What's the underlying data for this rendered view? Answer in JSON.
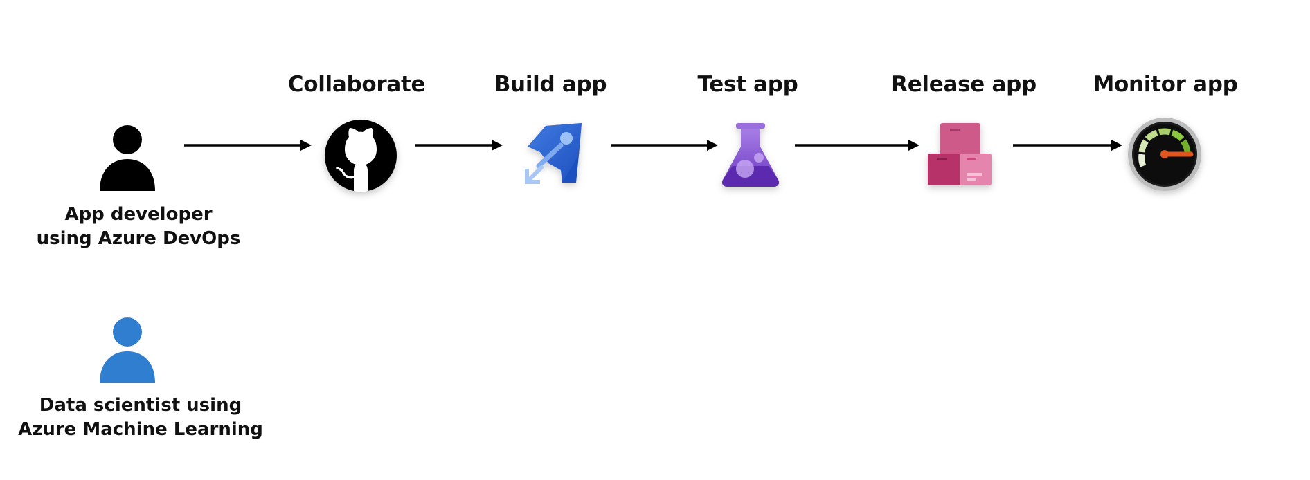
{
  "stages": [
    {
      "id": "collaborate",
      "label": "Collaborate",
      "icon": "github-icon"
    },
    {
      "id": "build",
      "label": "Build app",
      "icon": "azure-pipelines-rocket-icon"
    },
    {
      "id": "test",
      "label": "Test app",
      "icon": "test-flask-icon"
    },
    {
      "id": "release",
      "label": "Release app",
      "icon": "release-boxes-icon"
    },
    {
      "id": "monitor",
      "label": "Monitor app",
      "icon": "monitor-speedometer-icon"
    }
  ],
  "personas": [
    {
      "id": "app-developer",
      "label_lines": [
        "App developer",
        "using Azure DevOps"
      ],
      "color": "#000000",
      "icon": "person-icon"
    },
    {
      "id": "data-scientist",
      "label_lines": [
        "Data scientist using",
        "Azure Machine Learning"
      ],
      "color": "#2F7ED0",
      "icon": "person-icon"
    }
  ],
  "flow": [
    "app-developer",
    "collaborate",
    "build",
    "test",
    "release",
    "monitor"
  ],
  "colors": {
    "arrow": "#000000",
    "github": "#000000",
    "pipelines_blue": "#2E62CF",
    "flask_purple": "#7A3FC9",
    "release_pink": "#D35A8C",
    "monitor_green": "#8DC63F",
    "monitor_needle": "#E0561F"
  }
}
